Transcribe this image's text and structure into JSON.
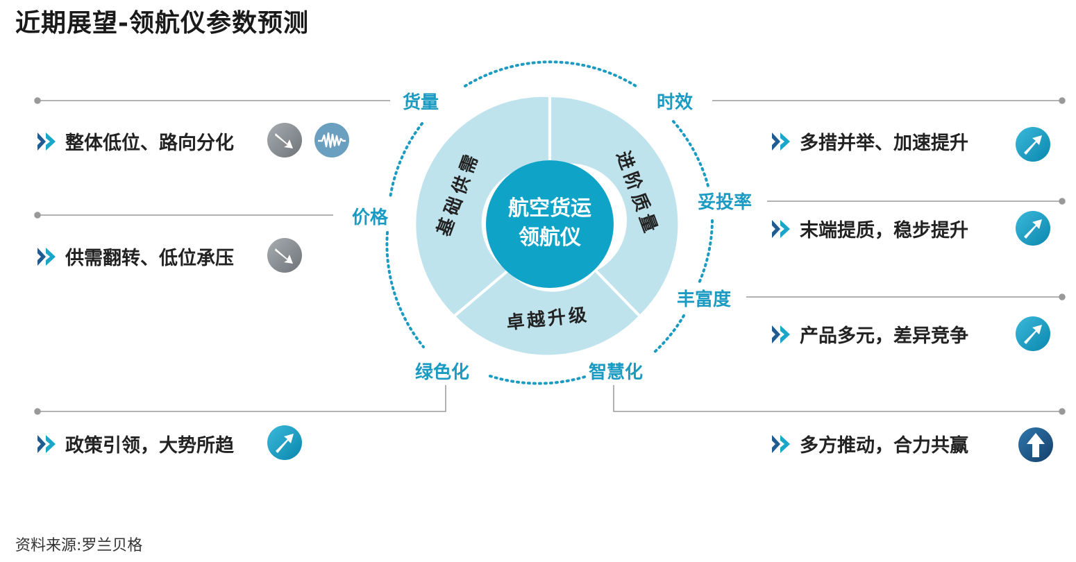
{
  "title": "近期展望-领航仪参数预测",
  "source": "资料来源:罗兰贝格",
  "center": {
    "line1": "航空货运",
    "line2": "领航仪"
  },
  "segments": {
    "left": "基础供需",
    "right": "进阶质量",
    "bottom": "卓越升级"
  },
  "params": {
    "volume": "货量",
    "price": "价格",
    "green": "绿色化",
    "timeliness": "时效",
    "punctuality": "妥投率",
    "richness": "丰富度",
    "smart": "智慧化"
  },
  "items": {
    "volume": "整体低位、路向分化",
    "price": "供需翻转、低位承压",
    "green": "政策引领，大势所趋",
    "timeliness": "多措并举、加速提升",
    "punctuality": "末端提质，稳步提升",
    "richness": "产品多元，差异竞争",
    "smart": "多方推动，合力共赢"
  },
  "icons": {
    "volume": [
      "down-right-arrow-icon",
      "fluctuation-icon"
    ],
    "price": [
      "down-right-arrow-icon"
    ],
    "green": [
      "up-right-arrow-icon"
    ],
    "timeliness": [
      "up-right-arrow-icon"
    ],
    "punctuality": [
      "up-right-arrow-icon"
    ],
    "richness": [
      "up-right-arrow-icon"
    ],
    "smart": [
      "up-arrow-icon"
    ]
  },
  "colors": {
    "accent": "#1c9bc2",
    "ring": "#bfe3ed",
    "center": "#0fa3c7",
    "trend_down": "#8a8f94",
    "trend_flat": "#6a9fc0",
    "trend_up": "#1aa6c9",
    "trend_up_strong": "#1f5c92"
  }
}
